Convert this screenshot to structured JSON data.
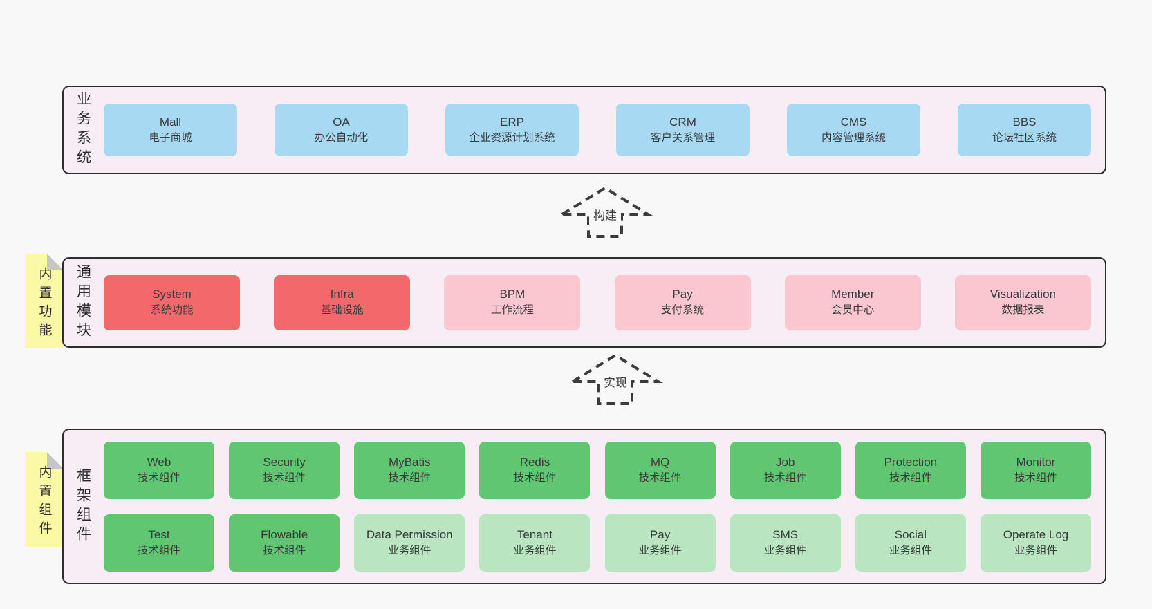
{
  "diagram": {
    "sections": {
      "business": {
        "side_label": "业务系统",
        "boxes": [
          {
            "title": "Mall",
            "subtitle": "电子商城",
            "variant": "blue"
          },
          {
            "title": "OA",
            "subtitle": "办公自动化",
            "variant": "blue"
          },
          {
            "title": "ERP",
            "subtitle": "企业资源计划系统",
            "variant": "blue"
          },
          {
            "title": "CRM",
            "subtitle": "客户关系管理",
            "variant": "blue"
          },
          {
            "title": "CMS",
            "subtitle": "内容管理系统",
            "variant": "blue"
          },
          {
            "title": "BBS",
            "subtitle": "论坛社区系统",
            "variant": "blue"
          }
        ]
      },
      "modules": {
        "side_label": "通用模块",
        "note_label": "内置功能",
        "boxes": [
          {
            "title": "System",
            "subtitle": "系统功能",
            "variant": "red"
          },
          {
            "title": "Infra",
            "subtitle": "基础设施",
            "variant": "red"
          },
          {
            "title": "BPM",
            "subtitle": "工作流程",
            "variant": "pink"
          },
          {
            "title": "Pay",
            "subtitle": "支付系统",
            "variant": "pink"
          },
          {
            "title": "Member",
            "subtitle": "会员中心",
            "variant": "pink"
          },
          {
            "title": "Visualization",
            "subtitle": "数据报表",
            "variant": "pink"
          }
        ]
      },
      "framework": {
        "side_label": "框架组件",
        "note_label": "内置组件",
        "rows": [
          [
            {
              "title": "Web",
              "subtitle": "技术组件",
              "variant": "green"
            },
            {
              "title": "Security",
              "subtitle": "技术组件",
              "variant": "green"
            },
            {
              "title": "MyBatis",
              "subtitle": "技术组件",
              "variant": "green"
            },
            {
              "title": "Redis",
              "subtitle": "技术组件",
              "variant": "green"
            },
            {
              "title": "MQ",
              "subtitle": "技术组件",
              "variant": "green"
            },
            {
              "title": "Job",
              "subtitle": "技术组件",
              "variant": "green"
            },
            {
              "title": "Protection",
              "subtitle": "技术组件",
              "variant": "green"
            },
            {
              "title": "Monitor",
              "subtitle": "技术组件",
              "variant": "green"
            }
          ],
          [
            {
              "title": "Test",
              "subtitle": "技术组件",
              "variant": "green"
            },
            {
              "title": "Flowable",
              "subtitle": "技术组件",
              "variant": "green"
            },
            {
              "title": "Data Permission",
              "subtitle": "业务组件",
              "variant": "green-light"
            },
            {
              "title": "Tenant",
              "subtitle": "业务组件",
              "variant": "green-light"
            },
            {
              "title": "Pay",
              "subtitle": "业务组件",
              "variant": "green-light"
            },
            {
              "title": "SMS",
              "subtitle": "业务组件",
              "variant": "green-light"
            },
            {
              "title": "Social",
              "subtitle": "业务组件",
              "variant": "green-light"
            },
            {
              "title": "Operate Log",
              "subtitle": "业务组件",
              "variant": "green-light"
            }
          ]
        ]
      }
    },
    "arrows": [
      {
        "label": "构建"
      },
      {
        "label": "实现"
      }
    ],
    "colors": {
      "blue": "#a8d9f2",
      "red": "#f3696b",
      "pink": "#fac6d0",
      "green": "#60c672",
      "green_light": "#b9e6c1",
      "panel_bg": "#f7edf5",
      "panel_border": "#2e2e2e",
      "note_yellow": "#fbf9a6",
      "note_fold_gray": "#c6c6c6",
      "page_bg": "#f8f8f8"
    }
  }
}
